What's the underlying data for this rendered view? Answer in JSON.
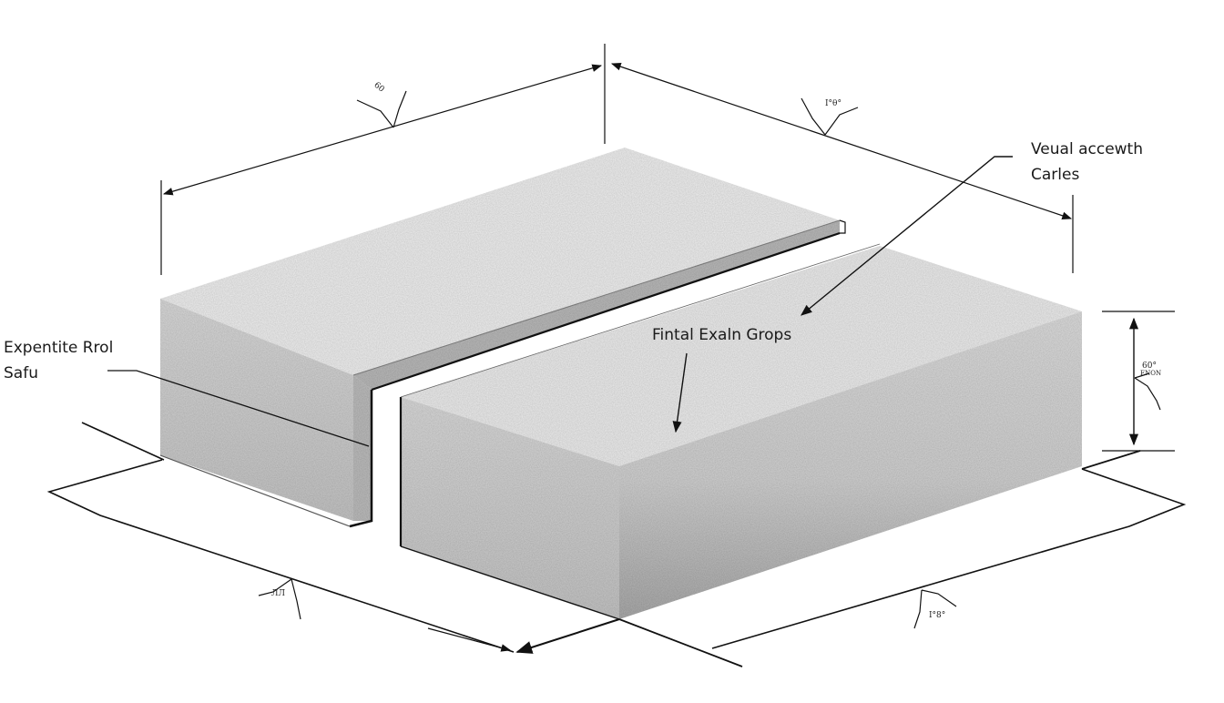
{
  "diagram": {
    "type": "isometric technical drawing",
    "background": "#ffffff",
    "line_color": "#111111",
    "block_top_color": "#efefef",
    "block_side_color": "#d2d2d2",
    "block_shadow_color": "#b8b8b8"
  },
  "labels": {
    "top_right_callout": {
      "line1": "Veual accewth",
      "line2": "Carles"
    },
    "left_callout": {
      "line1": "Expentite Rrol",
      "line2": "Safu"
    },
    "center_callout": {
      "text": "Fintal Exaln Grops"
    }
  },
  "dimension_notes": {
    "top_left": "60",
    "top_right": "I°θ°",
    "right_height_line1": "60°",
    "right_height_line2": "ENON",
    "bottom_left": "ЛЛ",
    "bottom_right": "I°8°"
  },
  "blocks": [
    {
      "name": "left-slab",
      "description": "Flat textured slab with rear lip"
    },
    {
      "name": "right-block",
      "description": "Thick textured block"
    }
  ]
}
